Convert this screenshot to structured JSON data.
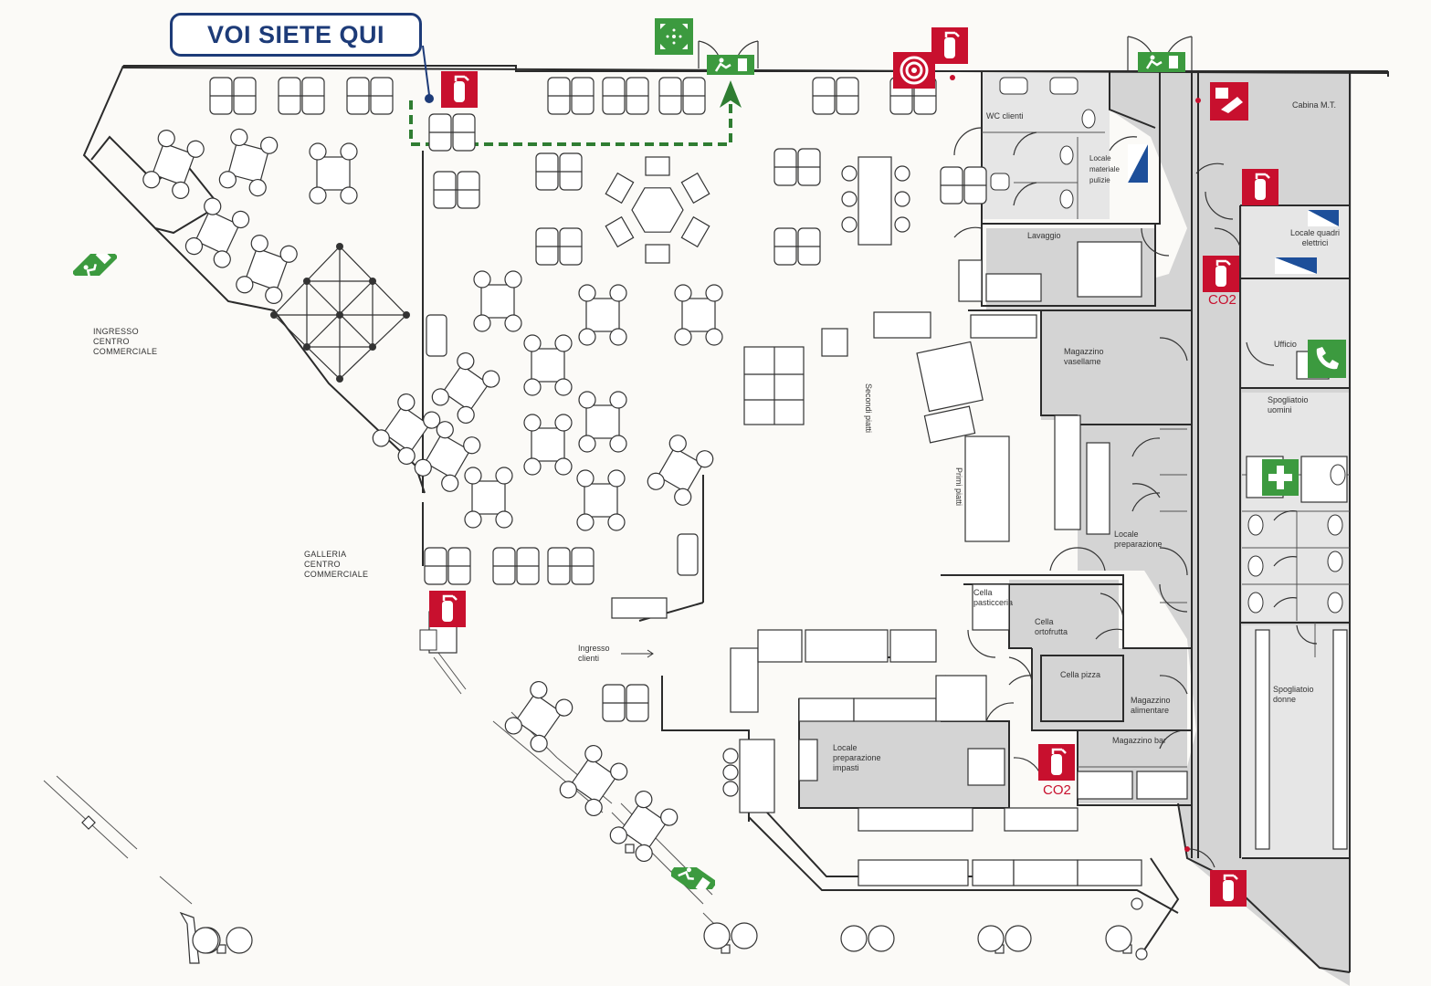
{
  "callout": {
    "text": "VOI SIETE QUI"
  },
  "labels": {
    "ingresso_cc": [
      "INGRESSO",
      "CENTRO",
      "COMMERCIALE"
    ],
    "galleria_cc": [
      "GALLERIA",
      "CENTRO",
      "COMMERCIALE"
    ],
    "ingresso_clienti": [
      "Ingresso",
      "clienti"
    ],
    "wc_clienti": "WC clienti",
    "locale_materiale_pulizie": [
      "Locale",
      "materiale",
      "pulizie"
    ],
    "lavaggio": "Lavaggio",
    "cabina_mt": "Cabina M.T.",
    "locale_quadri_elettrici": [
      "Locale quadri",
      "elettrici"
    ],
    "ufficio": "Ufficio",
    "magazzino_vasellame": [
      "Magazzino",
      "vasellame"
    ],
    "secondi_piatti": "Secondi piatti",
    "primi_piatti": "Primi piatti",
    "spogliatoio_uomini": [
      "Spogliatoio",
      "uomini"
    ],
    "locale_preparazione": [
      "Locale",
      "preparazione"
    ],
    "cella_pasticceria": [
      "Cella",
      "pasticceria"
    ],
    "cella_ortofrutta": [
      "Cella",
      "ortofrutta"
    ],
    "cella_pizza": "Cella pizza",
    "magazzino_alimentare": [
      "Magazzino",
      "alimentare"
    ],
    "magazzino_bar": "Magazzino bar",
    "locale_preparazione_impasti": [
      "Locale",
      "preparazione",
      "impasti"
    ],
    "spogliatoio_donne": [
      "Spogliatoio",
      "donne"
    ]
  },
  "signs": {
    "co2": "CO2",
    "colors": {
      "fire": "#c8102e",
      "safety_green": "#3c9a3f",
      "route_green": "#2f7d32",
      "wall": "#2b2b2b",
      "service_area": "#d2d2d2",
      "callout_blue": "#1d3b78"
    },
    "icons": [
      "fire-extinguisher-icon",
      "fire-hose-icon",
      "emergency-exit-icon",
      "assembly-point-icon",
      "first-aid-icon",
      "fire-alarm-button-icon",
      "emergency-phone-icon",
      "electrical-hazard-icon"
    ]
  }
}
